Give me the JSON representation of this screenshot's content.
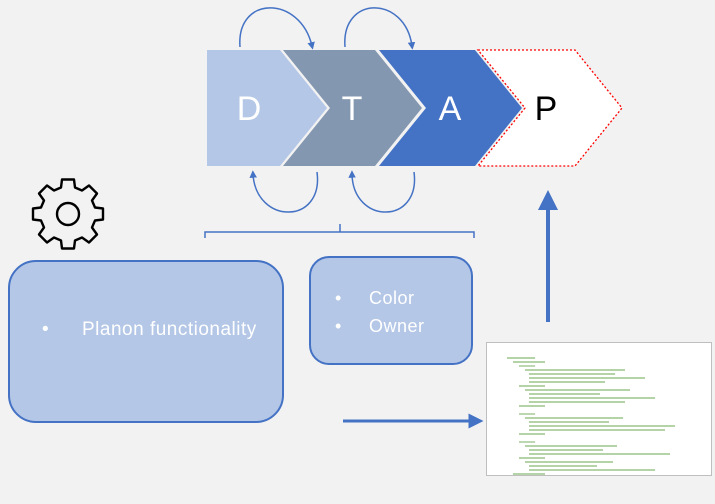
{
  "stages": [
    {
      "letter": "D",
      "fill": "#b4c7e7"
    },
    {
      "letter": "T",
      "fill": "#8497b0"
    },
    {
      "letter": "A",
      "fill": "#4472c4"
    },
    {
      "letter": "P",
      "fill": "#ffffff",
      "outline": "#ff0000"
    }
  ],
  "boxes": {
    "left": {
      "items": [
        "Planon functionality"
      ]
    },
    "right": {
      "items": [
        "Color",
        "Owner"
      ]
    }
  },
  "icons": {
    "settings": "gear-icon",
    "document": "xml-document-icon"
  },
  "colors": {
    "arrow": "#4472c4",
    "box_fill": "#b4c7e7",
    "box_border": "#4472c4"
  }
}
